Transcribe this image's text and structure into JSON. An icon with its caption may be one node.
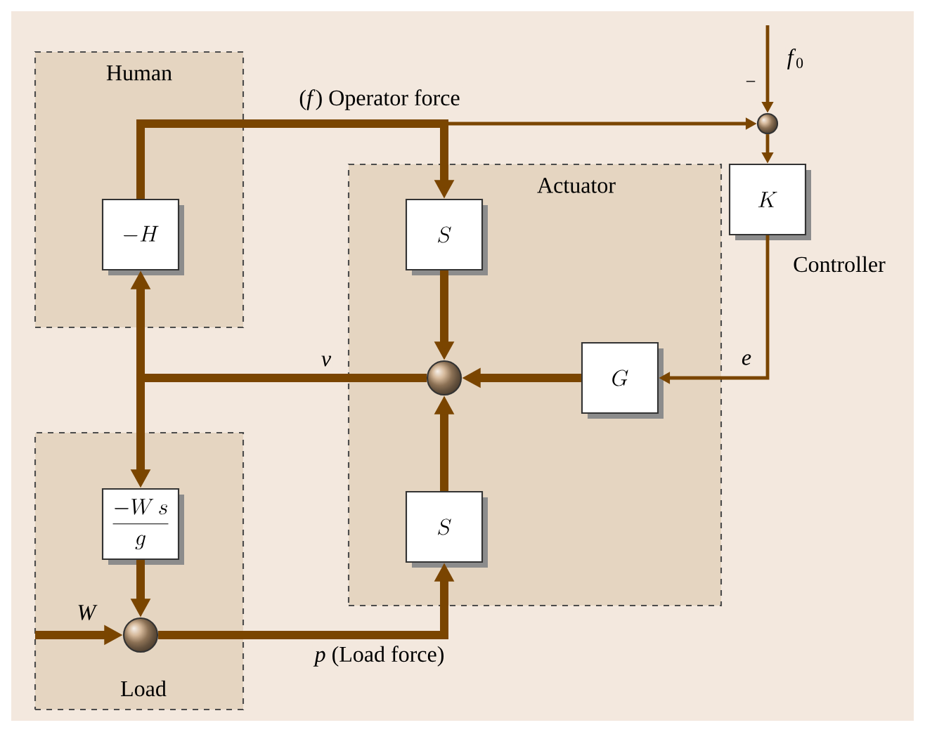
{
  "diagram": {
    "nodes": [
      {
        "text": [
          "Human"
        ]
      },
      {
        "text": [
          "-H"
        ],
        "in": 0
      },
      {
        "text": [
          "Actuator"
        ]
      },
      {
        "text": [
          "S"
        ],
        "in": 2
      },
      {
        "text": [],
        "shape": "circle",
        "in": 2
      },
      {
        "text": [
          "G"
        ],
        "in": 2
      },
      {
        "text": [
          "S"
        ],
        "in": 2
      },
      {
        "text": [
          "Load"
        ]
      },
      {
        "text": [
          "\\frac{-W\\,s}{g}"
        ],
        "in": 7
      },
      {
        "text": [],
        "shape": "circle",
        "in": 7
      },
      {
        "text": [],
        "shape": "circle"
      },
      {
        "text": [
          "K"
        ],
        "beside": [
          "Controller"
        ]
      }
    ],
    "edges": [
      {
        "from": 1,
        "to": 3,
        "arrow": "to"
      },
      {
        "from": 1,
        "to": 10,
        "arrow": "to",
        "label": "(*f*) Operator force"
      },
      {
        "from": 4,
        "to": 1,
        "arrow": "to",
        "label": "*v*"
      },
      {
        "from": 4,
        "to": 8,
        "arrow": "to"
      },
      {
        "from": 3,
        "to": 4,
        "arrow": "to"
      },
      {
        "from": 6,
        "to": 4,
        "arrow": "to"
      },
      {
        "from": 5,
        "to": 4,
        "arrow": "to"
      },
      {
        "from": 11,
        "to": 5,
        "arrow": "to",
        "label": "*e*"
      },
      {
        "from": 10,
        "to": 11,
        "arrow": "to"
      },
      {
        "from": null,
        "to": 10,
        "arrow": "to",
        "label": "*f*$_{0}$"
      },
      {
        "from": null,
        "to": 9,
        "arrow": "to",
        "label": "*W*"
      },
      {
        "from": 8,
        "to": 9,
        "arrow": "to"
      },
      {
        "from": 9,
        "to": 6,
        "arrow": "to",
        "label": "*p* (Load force)"
      }
    ],
    "labels": [
      "−"
    ]
  }
}
